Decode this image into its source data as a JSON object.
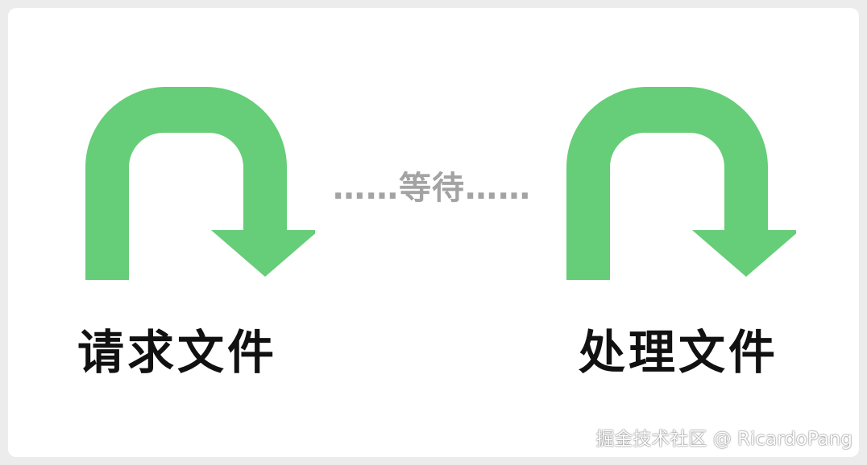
{
  "diagram": {
    "wait_label": "……等待……",
    "left_step_label": "请求文件",
    "right_step_label": "处理文件",
    "arrow_color": "#66cd78",
    "wait_color": "#a3a3a3"
  },
  "watermark": {
    "text": "掘金技术社区 @ RicardoPang"
  },
  "icons": [
    "u-turn-arrow-icon",
    "u-turn-arrow-icon"
  ]
}
